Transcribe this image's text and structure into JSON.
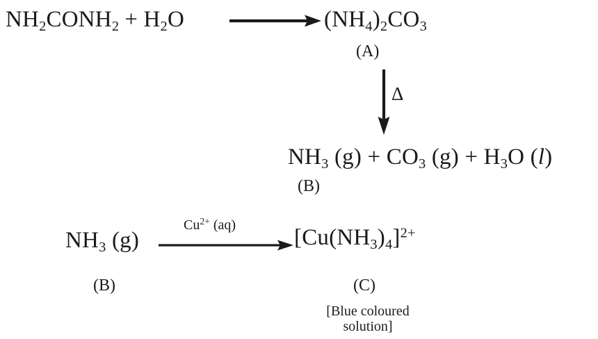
{
  "document": {
    "type": "chemical-reaction-scheme",
    "background_color": "#ffffff",
    "text_color": "#1a1a1a"
  },
  "reaction_1": {
    "reactants": "NH",
    "reactant_full_parts": {
      "p1": "NH",
      "sub1": "2",
      "p2": "CONH",
      "sub2": "2",
      "plus": "+ H",
      "sub3": "2",
      "p3": "O"
    },
    "arrow": "right-arrow",
    "product_parts": {
      "p1": "(NH",
      "sub1": "4",
      "p2": ")",
      "sub2": "2",
      "p3": "CO",
      "sub3": "3"
    },
    "product_label": "(A)"
  },
  "reaction_2": {
    "arrow": "down-arrow",
    "condition": "Δ",
    "product_parts": {
      "p1": "NH",
      "sub1": "3",
      "p2": " (g) + CO",
      "sub2": "3",
      "p3": " (g) + H",
      "sub3": "3",
      "p4": "O (",
      "italic": "l",
      "p5": ")"
    },
    "product_label": "(B)"
  },
  "reaction_3": {
    "reactant_parts": {
      "p1": "NH",
      "sub1": "3",
      "p2": " (g)"
    },
    "reactant_label": "(B)",
    "arrow": "right-arrow",
    "condition_parts": {
      "p1": "Cu",
      "sup1": "2+",
      "p2": " (aq)"
    },
    "product_parts": {
      "p1": "[Cu(NH",
      "sub1": "3",
      "p2": ")",
      "sub2": "4",
      "p3": "]",
      "sup1": "2+"
    },
    "product_label": "(C)",
    "product_caption_line1": "[Blue coloured",
    "product_caption_line2": "solution]"
  }
}
